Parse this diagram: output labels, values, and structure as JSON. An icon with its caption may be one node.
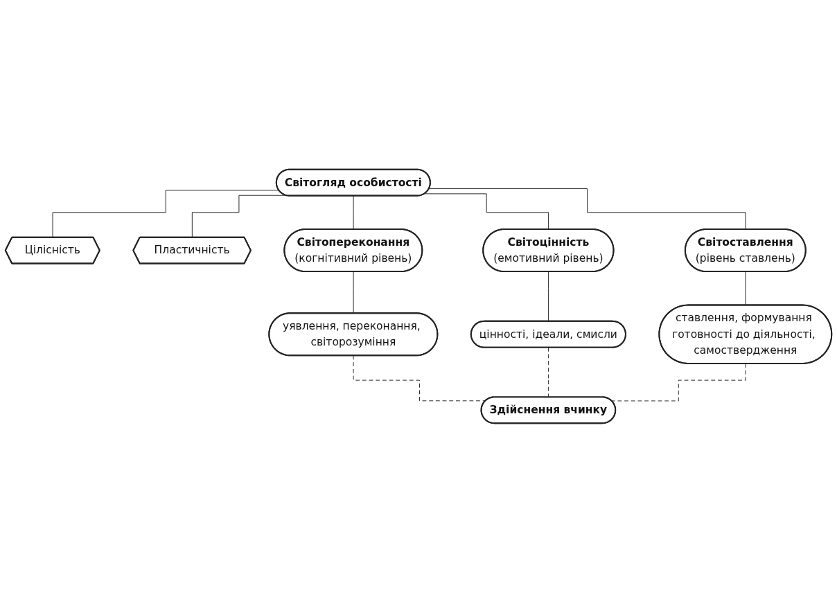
{
  "diagram": {
    "nodes": [
      {
        "text": [
          "Світогляд особистості"
        ]
      },
      {
        "text": [
          "Цілісність"
        ]
      },
      {
        "text": [
          "Пластичність"
        ]
      },
      {
        "text": [
          "Світопереконання",
          "(когнітивний рівень)"
        ]
      },
      {
        "text": [
          "Світоцінність",
          "(емотивний рівень)"
        ]
      },
      {
        "text": [
          "Світоставлення",
          "(рівень ставлень)"
        ]
      },
      {
        "text": [
          "уявлення, переконання, світорозуміння"
        ]
      },
      {
        "text": [
          "цінності, ідеали, смисли"
        ]
      },
      {
        "text": [
          "ставлення, формування готовності до діяльності, самоствердження"
        ]
      },
      {
        "text": [
          "Здійснення вчинку"
        ]
      }
    ],
    "edges": [
      {
        "from": 0,
        "to": 1,
        "arrow": "none"
      },
      {
        "from": 0,
        "to": 2,
        "arrow": "none"
      },
      {
        "from": 0,
        "to": 3,
        "arrow": "none"
      },
      {
        "from": 0,
        "to": 4,
        "arrow": "none"
      },
      {
        "from": 0,
        "to": 5,
        "arrow": "none"
      },
      {
        "from": 3,
        "to": 6,
        "arrow": "none"
      },
      {
        "from": 4,
        "to": 7,
        "arrow": "none"
      },
      {
        "from": 5,
        "to": 8,
        "arrow": "none"
      },
      {
        "from": 6,
        "to": 9,
        "arrow": "none",
        "style": "dashed"
      },
      {
        "from": 7,
        "to": 9,
        "arrow": "none",
        "style": "dashed"
      },
      {
        "from": 8,
        "to": 9,
        "arrow": "none",
        "style": "dashed"
      }
    ]
  }
}
